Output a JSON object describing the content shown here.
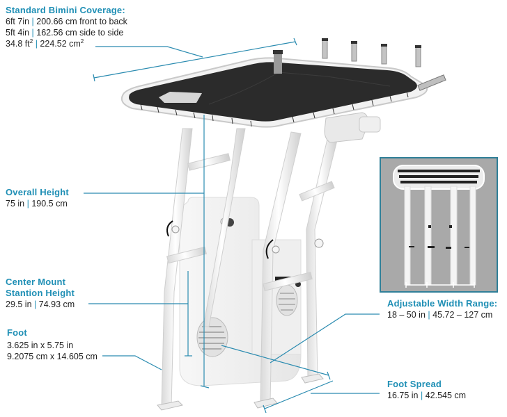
{
  "callouts": {
    "bimini": {
      "title": "Standard Bimini Coverage:",
      "front_to_back": {
        "imperial": "6ft 7in",
        "metric": "200.66 cm front to back"
      },
      "side_to_side": {
        "imperial": "5ft 4in",
        "metric": "162.56 cm side to side"
      },
      "area": {
        "imperial": "34.8 ft",
        "imperial_sup": "2",
        "metric": "224.52 cm",
        "metric_sup": "2"
      }
    },
    "overall_height": {
      "title": "Overall Height",
      "imperial": "75 in",
      "metric": "190.5 cm"
    },
    "center_mount": {
      "title_line1": "Center Mount",
      "title_line2": "Stantion Height",
      "imperial": "29.5 in",
      "metric": "74.93 cm"
    },
    "foot": {
      "title": "Foot",
      "imperial": "3.625 in x 5.75 in",
      "metric": "9.2075 cm x 14.605 cm"
    },
    "width_range": {
      "title": "Adjustable Width Range:",
      "imperial": "18 – 50 in",
      "metric": "45.72 – 127 cm"
    },
    "foot_spread": {
      "title": "Foot Spread",
      "imperial": "16.75 in",
      "metric": "42.545 cm"
    }
  },
  "separator": "|",
  "colors": {
    "accent": "#1f8fb5",
    "dimension_line": "#2a8bb0",
    "canopy": "#2b2b2b",
    "frame": "#f4f4f4",
    "inset_bg": "#a9a9a9",
    "inset_border": "#2f7f98"
  }
}
